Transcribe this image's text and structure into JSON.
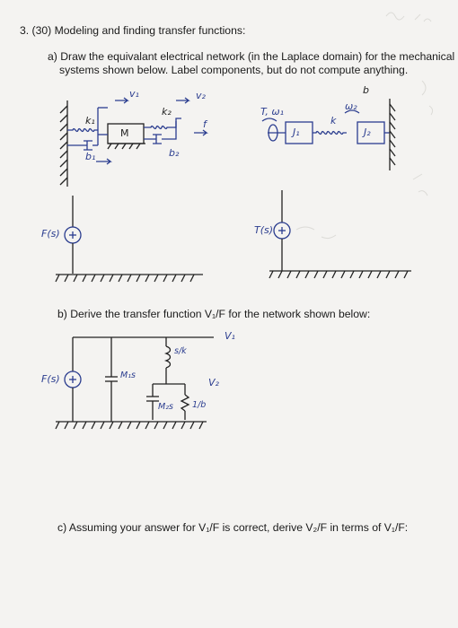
{
  "question": {
    "title": "3.  (30) Modeling and finding transfer functions:",
    "part_a_line1": "a)  Draw the equivalant electrical network (in the Laplace domain) for the mechanical",
    "part_a_line2": "systems shown below.  Label components, but do not compute anything.",
    "part_b": "b)  Derive the transfer function V₁/F for the network shown below:",
    "part_c": "c)  Assuming your answer for V₁/F is correct, derive V₂/F in terms of V₁/F:"
  },
  "diagram_a_left": {
    "label_v1": "v₁",
    "label_v2": "v₂",
    "label_k1": "k₁",
    "label_k2": "k₂",
    "label_b1": "b₁",
    "label_b2": "b₂",
    "label_mass": "M",
    "label_force": "f",
    "source_label": "F(s)"
  },
  "diagram_a_right": {
    "label_torque": "T, ω₁",
    "label_w2": "ω₂",
    "label_k": "k",
    "label_b": "b",
    "label_j1": "J₁",
    "label_j2": "J₂",
    "source_label": "T(s)"
  },
  "diagram_b": {
    "label_v1": "V₁",
    "label_v2": "V₂",
    "label_c1": "M₁s",
    "label_c2": "M₂s",
    "label_l": "s/k",
    "label_r": "1/b",
    "source_label": "F(s)"
  }
}
